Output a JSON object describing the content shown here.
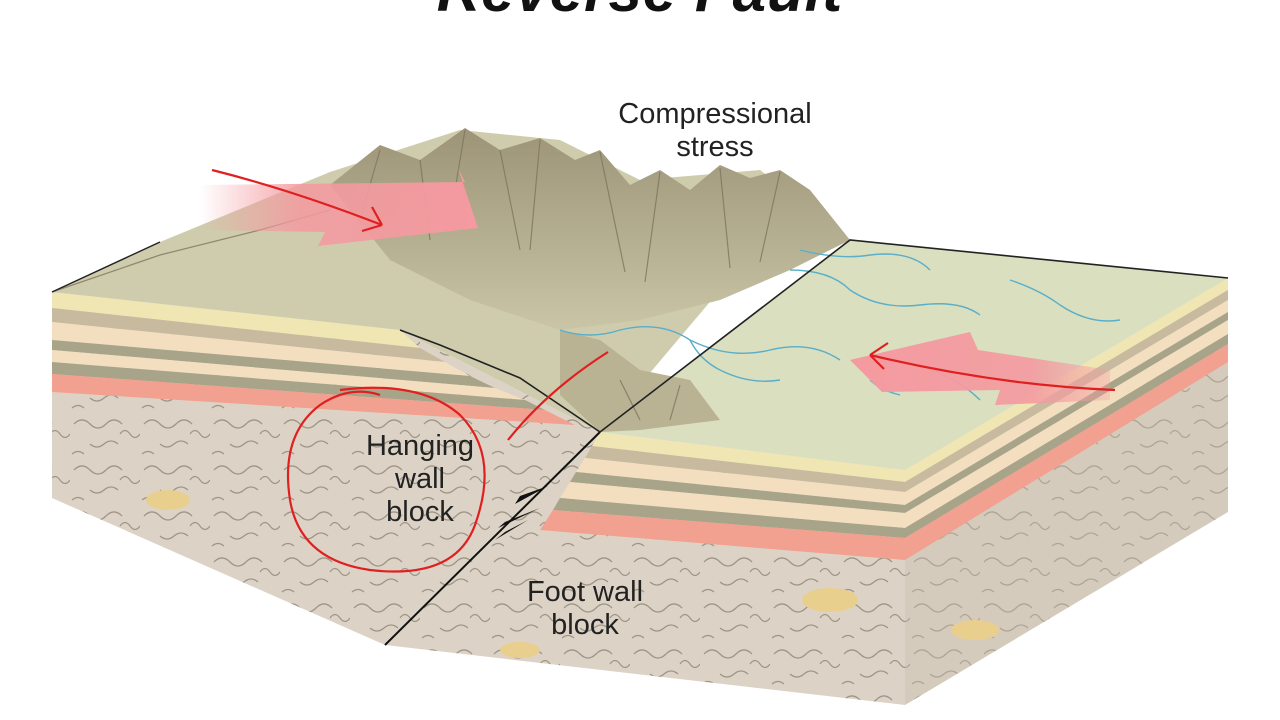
{
  "title": "Reverse Fault",
  "labels": {
    "stress_line1": "Compressional",
    "stress_line2": "stress",
    "hanging_line1": "Hanging",
    "hanging_line2": "wall",
    "hanging_line3": "block",
    "foot_line1": "Foot wall",
    "foot_line2": "block"
  },
  "colors": {
    "bedrock": "#dcd3c6",
    "layer_yellow": "#efe6b4",
    "layer_tan": "#c8ba9e",
    "layer_cream": "#f3dfbf",
    "layer_gray": "#a8a48a",
    "layer_pink": "#f2a08f",
    "surface": "#d9dfbf",
    "mountain": "#b7b092",
    "river": "#5aaec8",
    "arrow": "#f49aa0",
    "annotation": "#e02020"
  }
}
